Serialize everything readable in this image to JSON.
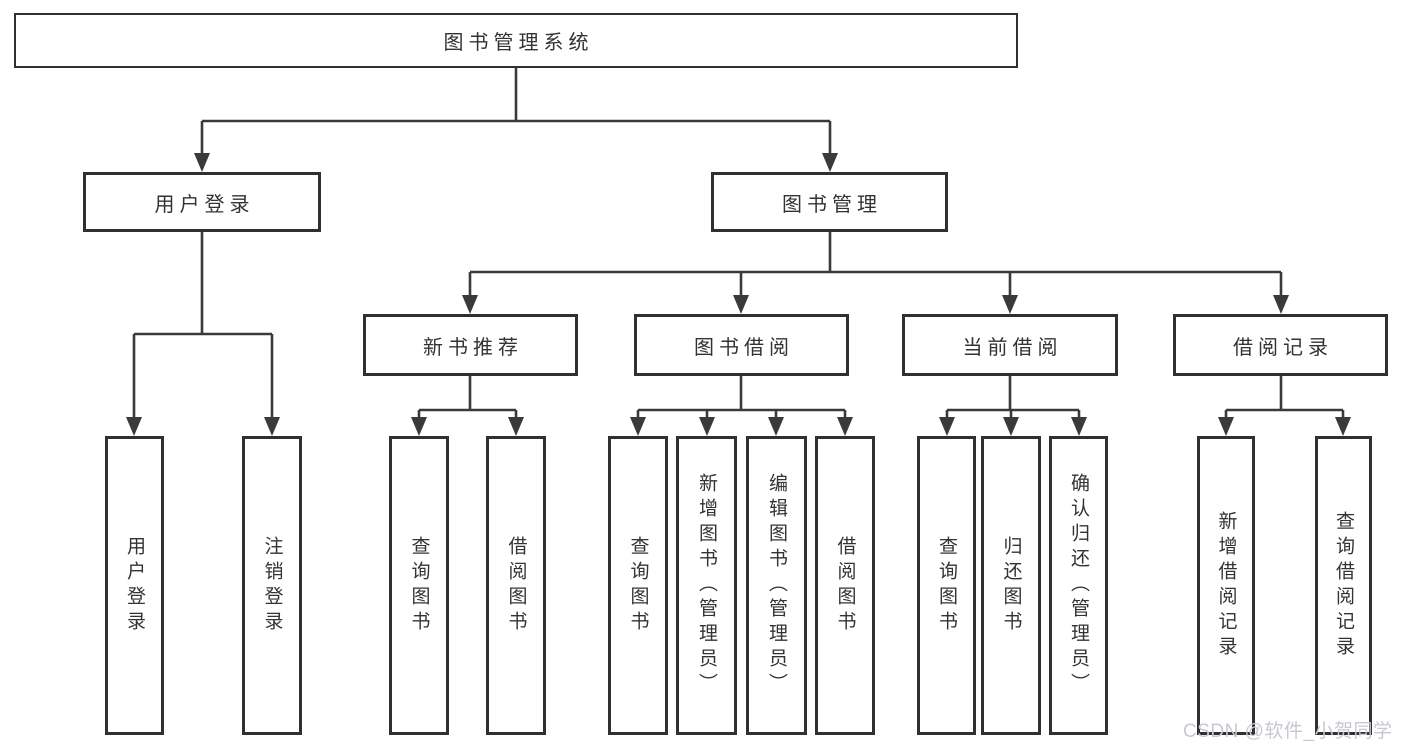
{
  "diagram": {
    "title": "图书管理系统",
    "type": "hierarchy-tree",
    "colors": {
      "background": "#ffffff",
      "box_border": "#303030",
      "connector_line": "#3a3a3a",
      "text": "#333333",
      "watermark": "#c6cad0"
    }
  },
  "nodes": [
    {
      "id": "root",
      "label": "图书管理系统",
      "parent": null
    },
    {
      "id": "user-login",
      "label": "用户登录",
      "parent": "root"
    },
    {
      "id": "book-mgmt",
      "label": "图书管理",
      "parent": "root"
    },
    {
      "id": "new-book-rec",
      "label": "新书推荐",
      "parent": "book-mgmt"
    },
    {
      "id": "book-borrow",
      "label": "图书借阅",
      "parent": "book-mgmt"
    },
    {
      "id": "current-borrow",
      "label": "当前借阅",
      "parent": "book-mgmt"
    },
    {
      "id": "borrow-records",
      "label": "借阅记录",
      "parent": "book-mgmt"
    },
    {
      "id": "leaf-user-login",
      "label": "用户登录",
      "parent": "user-login"
    },
    {
      "id": "leaf-logout",
      "label": "注销登录",
      "parent": "user-login"
    },
    {
      "id": "leaf-query-books-1",
      "label": "查询图书",
      "parent": "new-book-rec"
    },
    {
      "id": "leaf-borrow-books-1",
      "label": "借阅图书",
      "parent": "new-book-rec"
    },
    {
      "id": "leaf-query-books-2",
      "label": "查询图书",
      "parent": "book-borrow"
    },
    {
      "id": "leaf-add-books",
      "label": "新增图书（管理员）",
      "parent": "book-borrow"
    },
    {
      "id": "leaf-edit-books",
      "label": "编辑图书（管理员）",
      "parent": "book-borrow"
    },
    {
      "id": "leaf-borrow-books-2",
      "label": "借阅图书",
      "parent": "book-borrow"
    },
    {
      "id": "leaf-query-books-3",
      "label": "查询图书",
      "parent": "current-borrow"
    },
    {
      "id": "leaf-return-books",
      "label": "归还图书",
      "parent": "current-borrow"
    },
    {
      "id": "leaf-confirm-return",
      "label": "确认归还（管理员）",
      "parent": "current-borrow"
    },
    {
      "id": "leaf-add-record",
      "label": "新增借阅记录",
      "parent": "borrow-records"
    },
    {
      "id": "leaf-query-record",
      "label": "查询借阅记录",
      "parent": "borrow-records"
    }
  ],
  "watermark": {
    "text": "CSDN @软件_小贺同学"
  }
}
